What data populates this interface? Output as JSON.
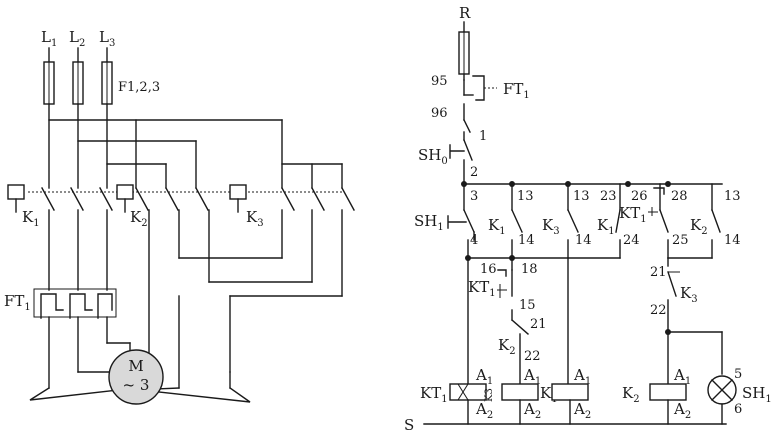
{
  "power": {
    "phases": [
      {
        "main": "L",
        "sub": "1"
      },
      {
        "main": "L",
        "sub": "2"
      },
      {
        "main": "L",
        "sub": "3"
      }
    ],
    "fuses": "F1,2,3",
    "contactors": [
      {
        "main": "K",
        "sub": "1"
      },
      {
        "main": "K",
        "sub": "2"
      },
      {
        "main": "K",
        "sub": "3"
      }
    ],
    "overload": {
      "main": "FT",
      "sub": "1"
    },
    "motor": {
      "line1": "M",
      "line2": "~ 3"
    }
  },
  "control": {
    "supply_top": "R",
    "supply_bottom": "S",
    "ft_terms": {
      "a": "95",
      "b": "96"
    },
    "ft_label": {
      "main": "FT",
      "sub": "1"
    },
    "sh0": {
      "main": "SH",
      "sub": "0"
    },
    "sh1": {
      "main": "SH",
      "sub": "1"
    },
    "kt1": {
      "main": "KT",
      "sub": "1"
    },
    "k1": {
      "main": "K",
      "sub": "1"
    },
    "k2": {
      "main": "K",
      "sub": "2"
    },
    "k3": {
      "main": "K",
      "sub": "3"
    },
    "lamp": {
      "main": "SH",
      "sub": "1"
    },
    "a1": {
      "main": "A",
      "sub": "1"
    },
    "a2": {
      "main": "A",
      "sub": "2"
    },
    "nodes": {
      "n1": "1",
      "n2": "2",
      "n3": "3",
      "n4": "4",
      "n5": "5",
      "n6": "6",
      "n13": "13",
      "n14": "14",
      "n15": "15",
      "n16": "16",
      "n18": "18",
      "n21": "21",
      "n22": "22",
      "n23": "23",
      "n24": "24",
      "n25": "25",
      "n26": "26",
      "n28": "28"
    }
  }
}
